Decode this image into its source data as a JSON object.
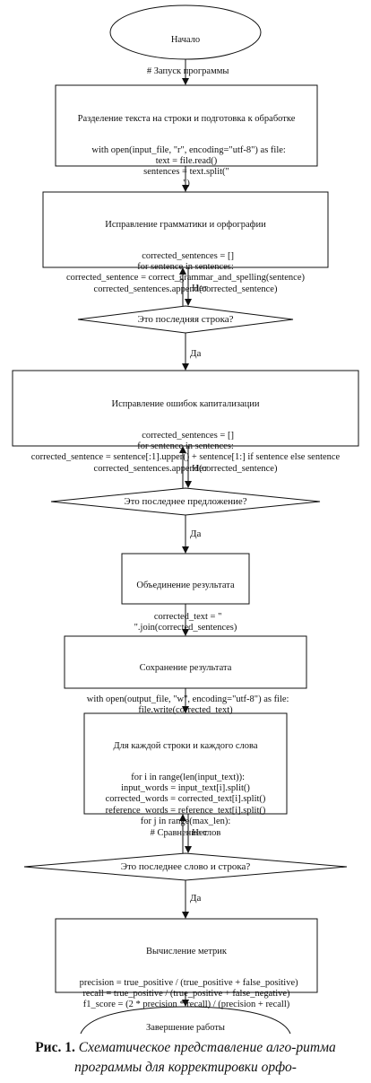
{
  "nodes": {
    "start": {
      "title": "Начало",
      "body": "# Запуск программы"
    },
    "split": {
      "title": "Разделение текста на строки и подготовка к обработке",
      "body": "with open(input_file, \"r\", encoding=\"utf-8\") as file:\ntext = file.read()\nsentences = text.split(\"\n\")"
    },
    "grammar": {
      "title": "Исправление грамматики и орфографии",
      "body": "corrected_sentences = []\nfor sentence in sentences:\ncorrected_sentence = correct_grammar_and_spelling(sentence)\ncorrected_sentences.append(corrected_sentence)"
    },
    "q_line": {
      "text": "Это последняя строка?"
    },
    "caps": {
      "title": "Исправление ошибок капитализации",
      "body": "corrected_sentences = []\nfor sentence in sentences:\ncorrected_sentence = sentence[:1].upper() + sentence[1:] if sentence else sentence\ncorrected_sentences.append(corrected_sentence)"
    },
    "q_sentence": {
      "text": "Это последнее предложение?"
    },
    "join": {
      "title": "Объединение результата",
      "body": "corrected_text = \"\n\".join(corrected_sentences)"
    },
    "save": {
      "title": "Сохранение результата",
      "body": "with open(output_file, \"w\", encoding=\"utf-8\") as file:\nfile.write(corrected_text)"
    },
    "loop": {
      "title": "Для каждой строки и каждого слова",
      "body": "for i in range(len(input_text)):\ninput_words = input_text[i].split()\ncorrected_words = corrected_text[i].split()\nreference_words = reference_text[i].split()\nfor j in range(max_len):\n# Сравнение слов"
    },
    "q_word": {
      "text": "Это последнее слово и строка?"
    },
    "metrics": {
      "title": "Вычисление метрик",
      "body": "precision = true_positive / (true_positive + false_positive)\nrecall = true_positive / (true_positive + false_negative)\nf1_score = (2 * precision * recall) / (precision + recall)"
    },
    "end": {
      "title": "Завершение работы"
    }
  },
  "edge_labels": {
    "no": "Нет",
    "yes": "Да"
  },
  "caption": {
    "label": "Рис. 1.",
    "text": "Схематическое представление алго-ритма программы для корректировки орфо-"
  }
}
